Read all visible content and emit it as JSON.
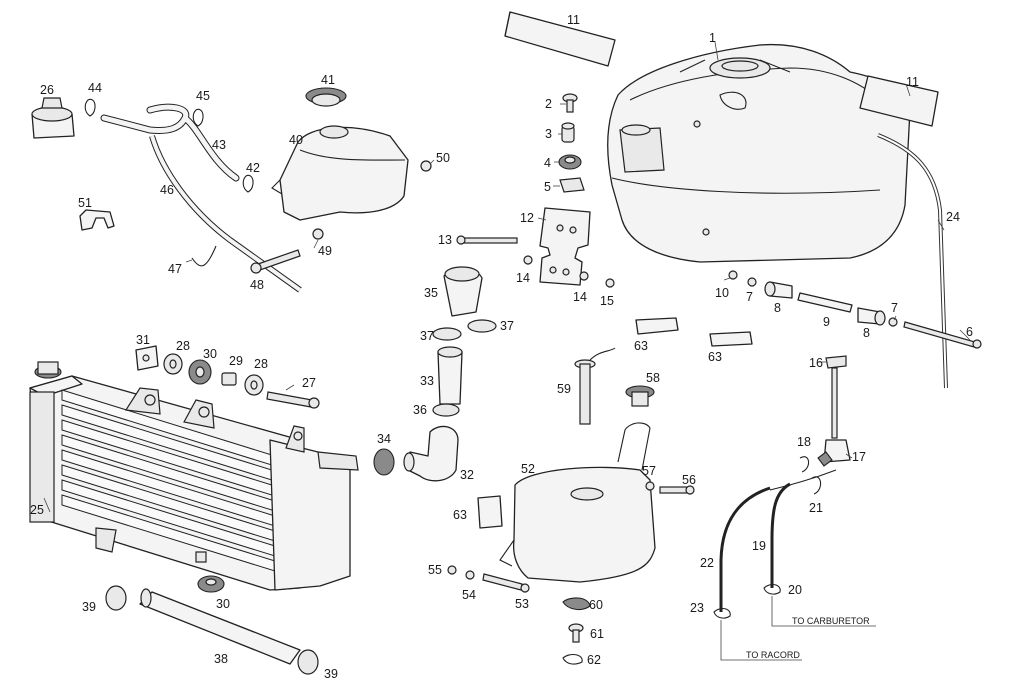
{
  "callouts": {
    "c1": "1",
    "c2": "2",
    "c3": "3",
    "c4": "4",
    "c5": "5",
    "c6": "6",
    "c7a": "7",
    "c7b": "7",
    "c8a": "8",
    "c8b": "8",
    "c9": "9",
    "c10": "10",
    "c11a": "11",
    "c11b": "11",
    "c12": "12",
    "c13": "13",
    "c14a": "14",
    "c14b": "14",
    "c15": "15",
    "c16": "16",
    "c17": "17",
    "c18": "18",
    "c19": "19",
    "c20": "20",
    "c21": "21",
    "c22": "22",
    "c23": "23",
    "c24": "24",
    "c25": "25",
    "c26": "26",
    "c27": "27",
    "c28a": "28",
    "c28b": "28",
    "c29": "29",
    "c30a": "30",
    "c30b": "30",
    "c31": "31",
    "c32": "32",
    "c33": "33",
    "c34": "34",
    "c35": "35",
    "c36": "36",
    "c37a": "37",
    "c37b": "37",
    "c38": "38",
    "c39a": "39",
    "c39b": "39",
    "c40": "40",
    "c41": "41",
    "c42": "42",
    "c43": "43",
    "c44": "44",
    "c45": "45",
    "c46": "46",
    "c47": "47",
    "c48": "48",
    "c49": "49",
    "c50": "50",
    "c51": "51",
    "c52": "52",
    "c53": "53",
    "c54": "54",
    "c55": "55",
    "c56": "56",
    "c57": "57",
    "c58": "58",
    "c59": "59",
    "c60": "60",
    "c61": "61",
    "c62": "62",
    "c63a": "63",
    "c63b": "63",
    "c63c": "63"
  },
  "notes": {
    "to_carburetor": "TO CARBURETOR",
    "to_racord": "TO RACORD"
  }
}
